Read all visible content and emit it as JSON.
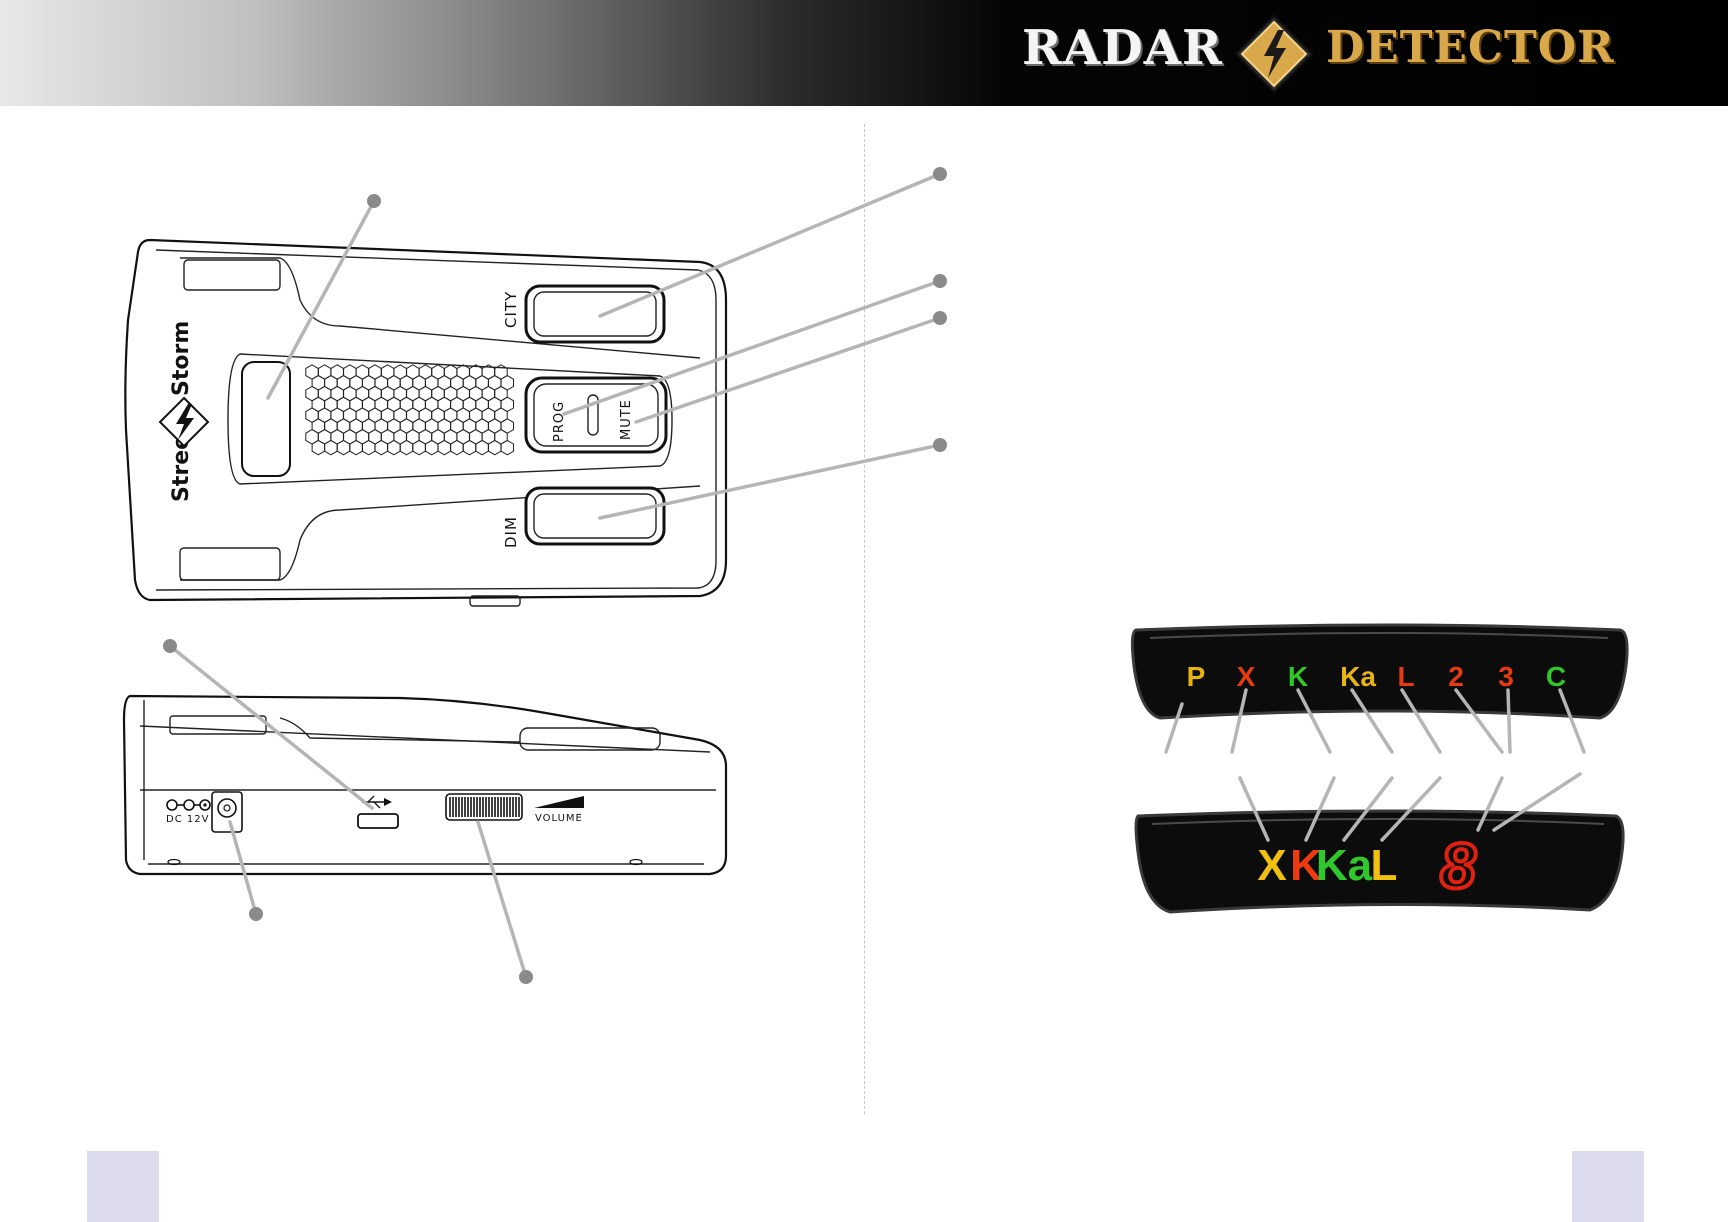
{
  "header": {
    "brand_left": "RADAR",
    "brand_right": "DETECTOR",
    "logo_icon": "lightning-diamond-icon"
  },
  "device_top": {
    "buttons": {
      "city": "CITY",
      "prog": "PROG",
      "mute": "MUTE",
      "dim": "DIM"
    },
    "logo": {
      "word1": "Street",
      "word2": "Storm"
    }
  },
  "device_side": {
    "power_label": "DC 12V",
    "volume_label": "VOLUME",
    "usb_icon": "usb-icon"
  },
  "display_top": {
    "indicators": [
      {
        "text": "P",
        "color": "#e8b410"
      },
      {
        "text": "X",
        "color": "#e83a10"
      },
      {
        "text": "K",
        "color": "#2ec82a"
      },
      {
        "text": "Ka",
        "color": "#e8b410"
      },
      {
        "text": "L",
        "color": "#e83a10"
      },
      {
        "text": "2",
        "color": "#e83a10"
      },
      {
        "text": "3",
        "color": "#e83a10"
      },
      {
        "text": "C",
        "color": "#2ec82a"
      }
    ]
  },
  "display_bottom": {
    "indicators": [
      {
        "text": "X",
        "color": "#f0c010"
      },
      {
        "text": "K",
        "color": "#ee3a10"
      },
      {
        "text": "Ka",
        "color": "#2ec82a"
      },
      {
        "text": "L",
        "color": "#f0c010"
      }
    ],
    "digit": "8",
    "digit_color": "#e02010"
  },
  "colors": {
    "callout_dot": "#8a8a8a",
    "page_tab": "#dcdcee",
    "detector_gold": "#d9a84a"
  }
}
